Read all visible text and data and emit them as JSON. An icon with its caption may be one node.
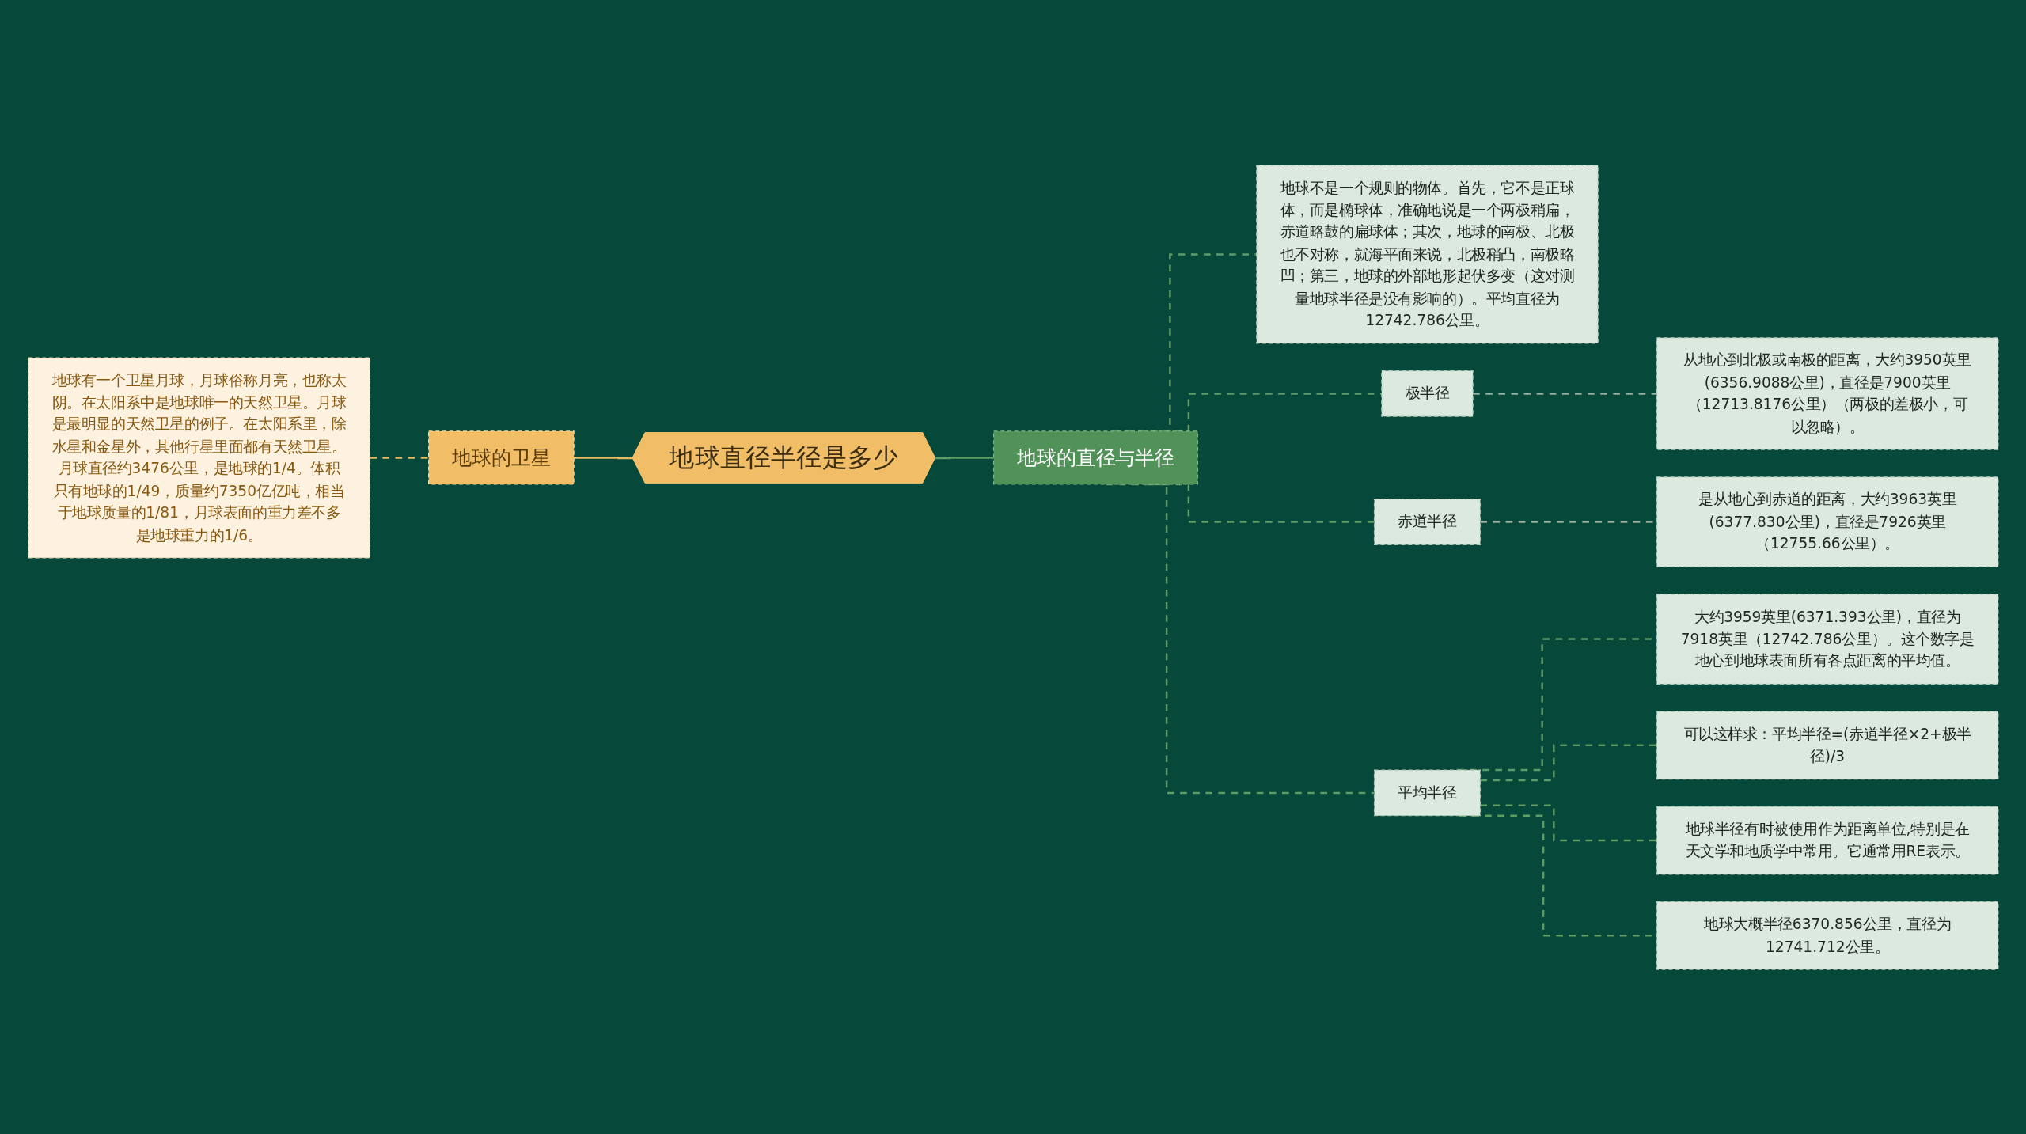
{
  "diagram": {
    "nodes": [
      {
        "text": [
          "地球直径半径是多少"
        ]
      },
      {
        "text": [
          "地球的卫星"
        ]
      },
      {
        "text": [
          "地球有一个卫星月球，月球俗称月亮，也称太阴。在太阳系中是地球唯一的天然卫星。月球是最明显的天然卫星的例子。在太阳系里，除水星和金星外，其他行星里面都有天然卫星。月球直径约3476公里，是地球的1/4。体积只有地球的1/49，质量约7350亿亿吨，相当于地球质量的1/81，月球表面的重力差不多是地球重力的1/6。"
        ]
      },
      {
        "text": [
          "地球的直径与半径"
        ]
      },
      {
        "text": [
          "地球不是一个规则的物体。首先，它不是正球体，而是椭球体，准确地说是一个两极稍扁，赤道略鼓的扁球体；其次，地球的南极、北极也不对称，就海平面来说，北极稍凸，南极略凹；第三，地球的外部地形起伏多变（这对测量地球半径是没有影响的）。平均直径为12742.786公里。"
        ]
      },
      {
        "text": [
          "极半径"
        ]
      },
      {
        "text": [
          "从地心到北极或南极的距离，大约3950英里(6356.9088公里)，直径是7900英里（12713.8176公里）（两极的差极小，可以忽略）。"
        ]
      },
      {
        "text": [
          "赤道半径"
        ]
      },
      {
        "text": [
          "是从地心到赤道的距离，大约3963英里(6377.830公里)，直径是7926英里（12755.66公里）。"
        ]
      },
      {
        "text": [
          "平均半径"
        ]
      },
      {
        "text": [
          "大约3959英里(6371.393公里)，直径为7918英里（12742.786公里）。这个数字是地心到地球表面所有各点距离的平均值。"
        ]
      },
      {
        "text": [
          "可以这样求：平均半径=(赤道半径×2+极半径)/3"
        ]
      },
      {
        "text": [
          "地球半径有时被使用作为距离单位,特别是在天文学和地质学中常用。它通常用RE表示。"
        ]
      },
      {
        "text": [
          "地球大概半径6370.856公里，直径为12741.712公里。"
        ]
      }
    ],
    "edges": [
      {
        "from": 1,
        "to": 0,
        "arrow": "none",
        "color": "#e9b862"
      },
      {
        "from": 2,
        "to": 1,
        "arrow": "none",
        "style": "dashed",
        "color": "#e9b862"
      },
      {
        "from": 0,
        "to": 3,
        "arrow": "none"
      },
      {
        "from": 3,
        "to": 4,
        "arrow": "none",
        "style": "dashed"
      },
      {
        "from": 3,
        "to": 5,
        "arrow": "none",
        "style": "dashed"
      },
      {
        "from": 5,
        "to": 6,
        "arrow": "none",
        "style": "dashed",
        "color": "#9aaba0"
      },
      {
        "from": 3,
        "to": 7,
        "arrow": "none",
        "style": "dashed"
      },
      {
        "from": 7,
        "to": 8,
        "arrow": "none",
        "style": "dashed",
        "color": "#9aaba0"
      },
      {
        "from": 3,
        "to": 9,
        "arrow": "none",
        "style": "dashed"
      },
      {
        "from": 9,
        "to": 10,
        "arrow": "none",
        "style": "dashed"
      },
      {
        "from": 9,
        "to": 11,
        "arrow": "none",
        "style": "dashed"
      },
      {
        "from": 9,
        "to": 12,
        "arrow": "none",
        "style": "dashed"
      },
      {
        "from": 9,
        "to": 13,
        "arrow": "none",
        "style": "dashed"
      }
    ]
  }
}
